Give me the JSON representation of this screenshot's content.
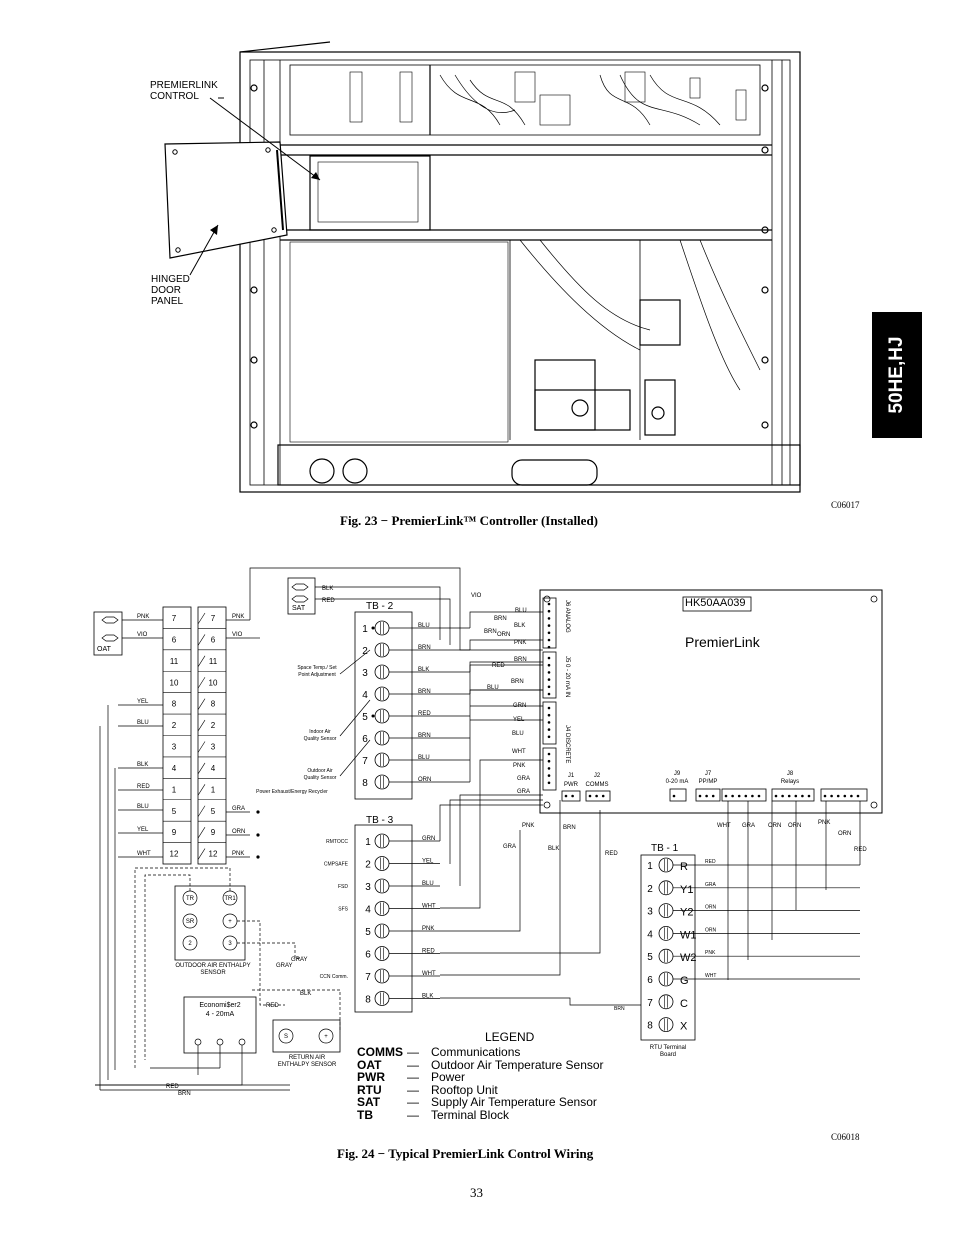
{
  "side_tab": "50HE,HJ",
  "fig23": {
    "callouts": [
      "PREMIERLINK",
      "CONTROL",
      "HINGED",
      "DOOR",
      "PANEL"
    ],
    "code": "C06017",
    "caption": "Fig. 23 − PremierLink™ Controller (Installed)"
  },
  "fig24": {
    "code": "C06018",
    "caption": "Fig. 24 − Typical PremierLink Control Wiring",
    "board": {
      "part": "HK50AA039",
      "name": "PremierLink"
    },
    "connectors": {
      "j6": "J6 ANALOG",
      "j5": "J5 0 - 20 mA IN",
      "j4": "J4 DISCRETE",
      "j1": "J1 PWR",
      "j2": "J2 COMMS",
      "j9": "J9 0-20 mA",
      "j7": "J7 PP/MP",
      "j8": "J8 Relays"
    },
    "oat": "OAT",
    "sat": "SAT",
    "tb2": {
      "title": "TB - 2",
      "rows": [
        {
          "n": "1",
          "wire": "BLU"
        },
        {
          "n": "2",
          "wire": "BRN"
        },
        {
          "n": "3",
          "wire": "BLK"
        },
        {
          "n": "4",
          "wire": "BRN"
        },
        {
          "n": "5",
          "wire": "RED"
        },
        {
          "n": "6",
          "wire": "BRN"
        },
        {
          "n": "7",
          "wire": "BLU"
        },
        {
          "n": "8",
          "wire": "ORN"
        }
      ],
      "sensors": [
        "Space Temp./ Set Point Adjustment",
        "Indoor Air Quality Sensor",
        "Outdoor Air Quality Sensor",
        "Power Exhaust/Energy Recycler"
      ]
    },
    "tb3": {
      "title": "TB - 3",
      "rows": [
        {
          "n": "1",
          "wire": "GRN",
          "sig": "RMTOCC"
        },
        {
          "n": "2",
          "wire": "YEL",
          "sig": "CMPSAFE"
        },
        {
          "n": "3",
          "wire": "BLU",
          "sig": "FSD"
        },
        {
          "n": "4",
          "wire": "WHT",
          "sig": "SFS"
        },
        {
          "n": "5",
          "wire": "PNK",
          "sig": ""
        },
        {
          "n": "6",
          "wire": "RED",
          "sig": ""
        },
        {
          "n": "7",
          "wire": "WHT",
          "sig": "CCN Comm."
        },
        {
          "n": "8",
          "wire": "BLK",
          "sig": ""
        }
      ]
    },
    "tb1": {
      "title": "TB - 1",
      "rows": [
        {
          "n": "1",
          "term": "R",
          "wire": "RED"
        },
        {
          "n": "2",
          "term": "Y1",
          "wire": "GRA"
        },
        {
          "n": "3",
          "term": "Y2",
          "wire": "ORN"
        },
        {
          "n": "4",
          "term": "W1",
          "wire": "ORN"
        },
        {
          "n": "5",
          "term": "W2",
          "wire": "PNK"
        },
        {
          "n": "6",
          "term": "G",
          "wire": "WHT"
        },
        {
          "n": "7",
          "term": "C",
          "wire": ""
        },
        {
          "n": "8",
          "term": "X",
          "wire": ""
        }
      ],
      "caption": "RTU Terminal Board"
    },
    "left_strip": {
      "left_wires": [
        "PNK",
        "VIO",
        "YEL",
        "BLU",
        "BLK",
        "RED",
        "BLU",
        "YEL",
        "WHT"
      ],
      "left_nums": [
        "7",
        "6",
        "11",
        "10",
        "8",
        "2",
        "3",
        "4",
        "1",
        "5",
        "9",
        "12"
      ],
      "right_nums": [
        "7",
        "6",
        "11",
        "10",
        "8",
        "2",
        "3",
        "4",
        "1",
        "5",
        "9",
        "12"
      ],
      "right_wires": [
        "PNK",
        "VIO",
        "GRA",
        "ORN",
        "PNK"
      ]
    },
    "enthalpy": {
      "terms": [
        "TR",
        "TR1",
        "SR",
        "+",
        "2",
        "3"
      ],
      "caption": "OUTDOOR AIR ENTHALPY SENSOR"
    },
    "economizer": {
      "line1": "Economi$er2",
      "line2": "4 - 20mA"
    },
    "return_air": {
      "terms": [
        "S",
        "+"
      ],
      "caption": "RETURN AIR ENTHALPY SENSOR"
    },
    "wire_labels": [
      "BLK",
      "RED",
      "VIO",
      "BLU",
      "BRN",
      "BLK",
      "BRN",
      "ORN",
      "PNK",
      "BRN",
      "RED",
      "BRN",
      "BLU",
      "GRN",
      "YEL",
      "BLU",
      "WHT",
      "PNK",
      "GRA",
      "GRA",
      "PNK",
      "BRN",
      "GRA",
      "BLK",
      "RED",
      "WHT",
      "GRA",
      "ORN",
      "ORN",
      "PNK",
      "ORN",
      "RED",
      "GRAY",
      "GRAY",
      "RED",
      "BLK",
      "RED",
      "BRN",
      "BRN"
    ],
    "legend": {
      "title": "LEGEND",
      "items": [
        {
          "key": "COMMS",
          "value": "Communications"
        },
        {
          "key": "OAT",
          "value": "Outdoor Air Temperature Sensor"
        },
        {
          "key": "PWR",
          "value": "Power"
        },
        {
          "key": "RTU",
          "value": "Rooftop Unit"
        },
        {
          "key": "SAT",
          "value": "Supply Air Temperature Sensor"
        },
        {
          "key": "TB",
          "value": "Terminal Block"
        }
      ]
    }
  },
  "page_number": "33"
}
